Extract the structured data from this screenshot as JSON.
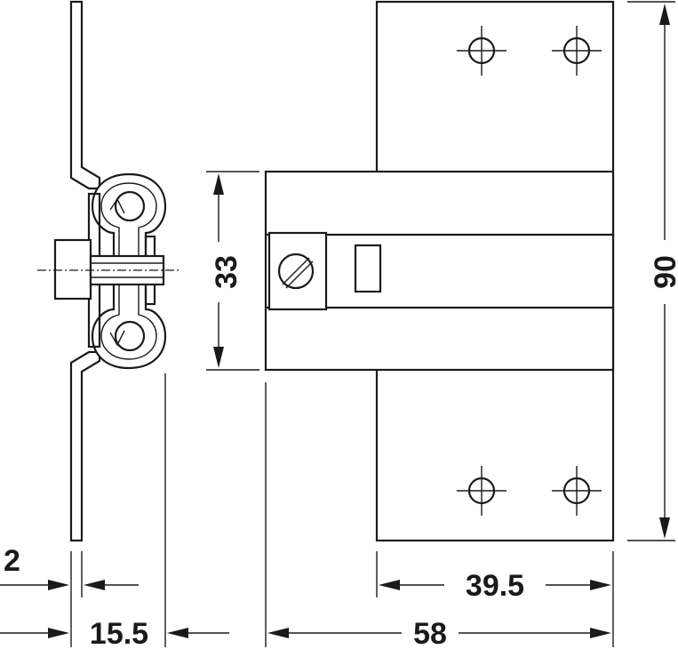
{
  "dimensions": {
    "thickness": "2",
    "depth": "15.5",
    "height_center": "33",
    "total_height": "90",
    "plate_width": "39.5",
    "total_width": "58"
  },
  "colors": {
    "stroke": "#1a1a1a",
    "background": "#ffffff"
  }
}
